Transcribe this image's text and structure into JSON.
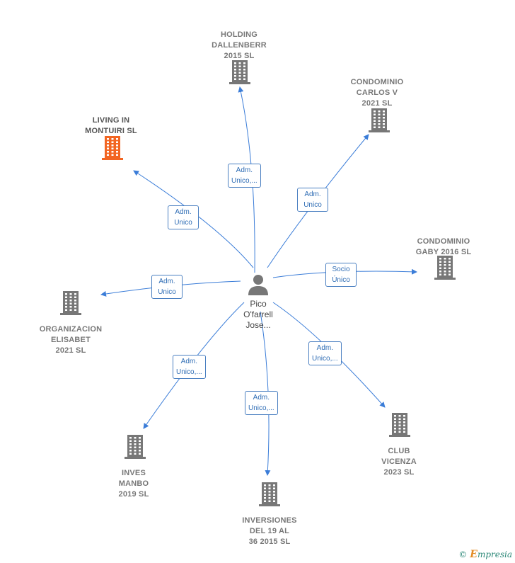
{
  "center": {
    "label": "Pico\nO'farrell\nJose..."
  },
  "nodes": [
    {
      "id": "holding",
      "label": "HOLDING\nDALLENBERR\n2015  SL",
      "color": "#777777",
      "highlight": false,
      "icon": "building-icon"
    },
    {
      "id": "condominio_carlos",
      "label": "CONDOMINIO\nCARLOS V\n2021  SL",
      "color": "#777777",
      "highlight": false,
      "icon": "building-icon"
    },
    {
      "id": "living",
      "label": "LIVING IN\nMONTUIRI  SL",
      "color": "#f26522",
      "highlight": true,
      "icon": "building-icon"
    },
    {
      "id": "condominio_gaby",
      "label": "CONDOMINIO\nGABY 2016  SL",
      "color": "#777777",
      "highlight": false,
      "icon": "building-icon"
    },
    {
      "id": "organizacion",
      "label": "ORGANIZACION\nELISABET\n2021  SL",
      "color": "#777777",
      "highlight": false,
      "icon": "building-icon"
    },
    {
      "id": "club",
      "label": "CLUB\nVICENZA\n2023  SL",
      "color": "#777777",
      "highlight": false,
      "icon": "building-icon"
    },
    {
      "id": "inves",
      "label": "INVES\nMANBO\n2019  SL",
      "color": "#777777",
      "highlight": false,
      "icon": "building-icon"
    },
    {
      "id": "inversiones",
      "label": "INVERSIONES\nDEL 19 AL\n36 2015  SL",
      "color": "#777777",
      "highlight": false,
      "icon": "building-icon"
    }
  ],
  "edges": [
    {
      "to": "holding",
      "label": "Adm.\nUnico,..."
    },
    {
      "to": "condominio_carlos",
      "label": "Adm.\nUnico"
    },
    {
      "to": "living",
      "label": "Adm.\nUnico"
    },
    {
      "to": "condominio_gaby",
      "label": "Socio\nÚnico"
    },
    {
      "to": "organizacion",
      "label": "Adm.\nUnico"
    },
    {
      "to": "club",
      "label": "Adm.\nUnico,..."
    },
    {
      "to": "inves",
      "label": "Adm.\nUnico,..."
    },
    {
      "to": "inversiones",
      "label": "Adm.\nUnico,..."
    }
  ],
  "colors": {
    "edge": "#3b7dd8",
    "edge_label_text": "#2f6db5",
    "node_gray": "#777777",
    "node_highlight": "#f26522"
  },
  "footer": {
    "copyright": "©",
    "brand_initial": "E",
    "brand_rest": "mpresia"
  }
}
